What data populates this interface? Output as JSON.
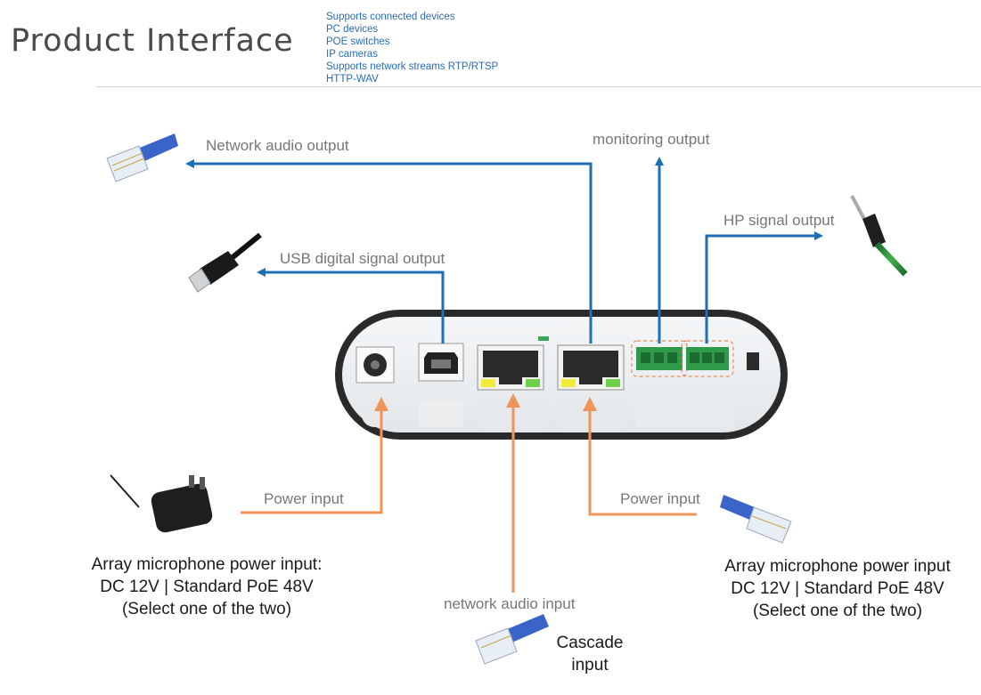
{
  "page_title": "Product Interface",
  "supported_devices": [
    "Supports connected devices",
    "PC devices",
    "POE switches",
    "IP cameras",
    "Supports network streams RTP/RTSP",
    "HTTP-WAV"
  ],
  "outputs": {
    "network_audio": "Network audio output",
    "usb_digital": "USB digital signal output",
    "monitoring": "monitoring output",
    "hp_signal": "HP signal output"
  },
  "inputs": {
    "power_left": "Power input",
    "power_right": "Power input",
    "network_audio": "network audio input"
  },
  "captions": {
    "left_power": [
      "Array microphone power input:",
      "DC 12V | Standard PoE 48V",
      "(Select one of the two)"
    ],
    "right_power": [
      "Array microphone power input",
      "DC 12V | Standard PoE 48V",
      "(Select one of the two)"
    ],
    "cascade": [
      "Cascade",
      "input"
    ]
  },
  "colors": {
    "output_arrow": "#1f6fb6",
    "input_arrow": "#f0955a",
    "device_frame": "#222222",
    "terminal_green": "#2e9a4a",
    "cable_blue": "#3b64c8"
  },
  "icons": [
    "rj45-cable-icon",
    "usb-b-cable-icon",
    "audio-jack-cable-icon",
    "power-adapter-icon"
  ]
}
